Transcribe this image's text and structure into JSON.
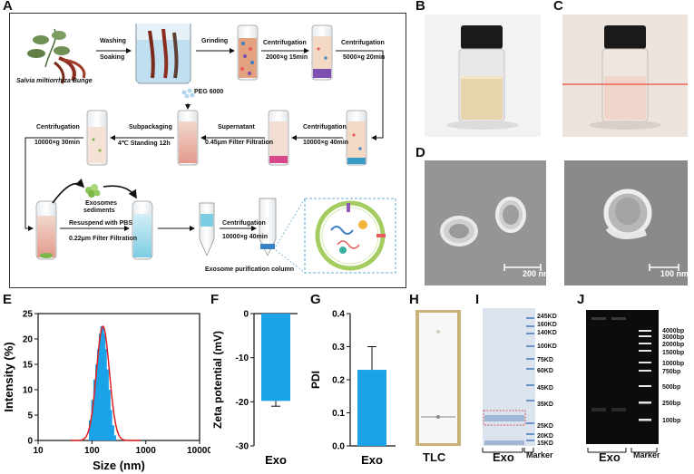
{
  "panels": {
    "A": "A",
    "B": "B",
    "C": "C",
    "D": "D",
    "E": "E",
    "F": "F",
    "G": "G",
    "H": "H",
    "I": "I",
    "J": "J"
  },
  "workflow": {
    "plant_name": "Salvia miltiorrhiza Bunge",
    "washing": "Washing",
    "soaking": "Soaking",
    "grinding": "Grinding",
    "centrifugation": "Centrifugation",
    "c1_params": "2000×g 15min",
    "c2_params": "5000×g 20min",
    "peg": "PEG 6000",
    "c3_params": "10000×g 40min",
    "supernatant": "Supernatant",
    "filter045": "0.45μm Filter Filtration",
    "subpackaging": "Subpackaging",
    "standing": "4℃ Standing 12h",
    "c4_params": "10000×g   30min",
    "exo_sediments_1": "Exosomes",
    "exo_sediments_2": "sediments",
    "resuspend": "Resuspend with PBS",
    "filter022": "0.22μm Filter Filtration",
    "c5_params": "10000×g 40min",
    "column": "Exosome purification column"
  },
  "tem": {
    "scale1": "200 nm",
    "scale2": "100 nm"
  },
  "chart_data": [
    {
      "panel": "E",
      "type": "bar",
      "xlabel": "Size (nm)",
      "ylabel": "Intensity (%)",
      "xscale": "log",
      "xlim": [
        10,
        10000
      ],
      "ylim": [
        0,
        25
      ],
      "xticks": [
        "10",
        "100",
        "1000",
        "10000"
      ],
      "yticks": [
        "0",
        "5",
        "10",
        "15",
        "20",
        "25"
      ],
      "x": [
        95,
        105,
        115,
        125,
        135,
        145,
        155,
        165,
        175,
        190,
        205,
        220,
        240,
        260
      ],
      "values": [
        4,
        8,
        12,
        15,
        18,
        21,
        22.5,
        21,
        18,
        14,
        10,
        6,
        3,
        1
      ],
      "fit_peak": {
        "x": 160,
        "y": 22.5
      },
      "colors": {
        "bars": "#1aa3e8",
        "fit": "#e02020"
      }
    },
    {
      "panel": "F",
      "type": "bar",
      "categories": [
        "Exo"
      ],
      "values": [
        -19.8
      ],
      "error": [
        1.2
      ],
      "ylabel": "Zeta potential (mV)",
      "ylim": [
        -30,
        0
      ],
      "yticks": [
        "0",
        "-10",
        "-20",
        "-30"
      ],
      "color": "#1aa3e8"
    },
    {
      "panel": "G",
      "type": "bar",
      "categories": [
        "Exo"
      ],
      "values": [
        0.23
      ],
      "error": [
        0.07
      ],
      "ylabel": "PDI",
      "ylim": [
        0,
        0.4
      ],
      "yticks": [
        "0.0",
        "0.1",
        "0.2",
        "0.3",
        "0.4"
      ],
      "color": "#1aa3e8"
    }
  ],
  "tlc": {
    "label": "TLC"
  },
  "gel_i": {
    "markers": [
      "245KD",
      "160KD",
      "140KD",
      "100KD",
      "75KD",
      "60KD",
      "45KD",
      "35KD",
      "25KD",
      "20KD",
      "15KD"
    ],
    "lane_label": "Exo",
    "marker_label": "Marker"
  },
  "gel_j": {
    "markers": [
      "4000bp",
      "3000bp",
      "2000bp",
      "1500bp",
      "1000bp",
      "750bp",
      "500bp",
      "250bp",
      "100bp"
    ],
    "lane_label": "Exo",
    "marker_label": "Marker"
  }
}
